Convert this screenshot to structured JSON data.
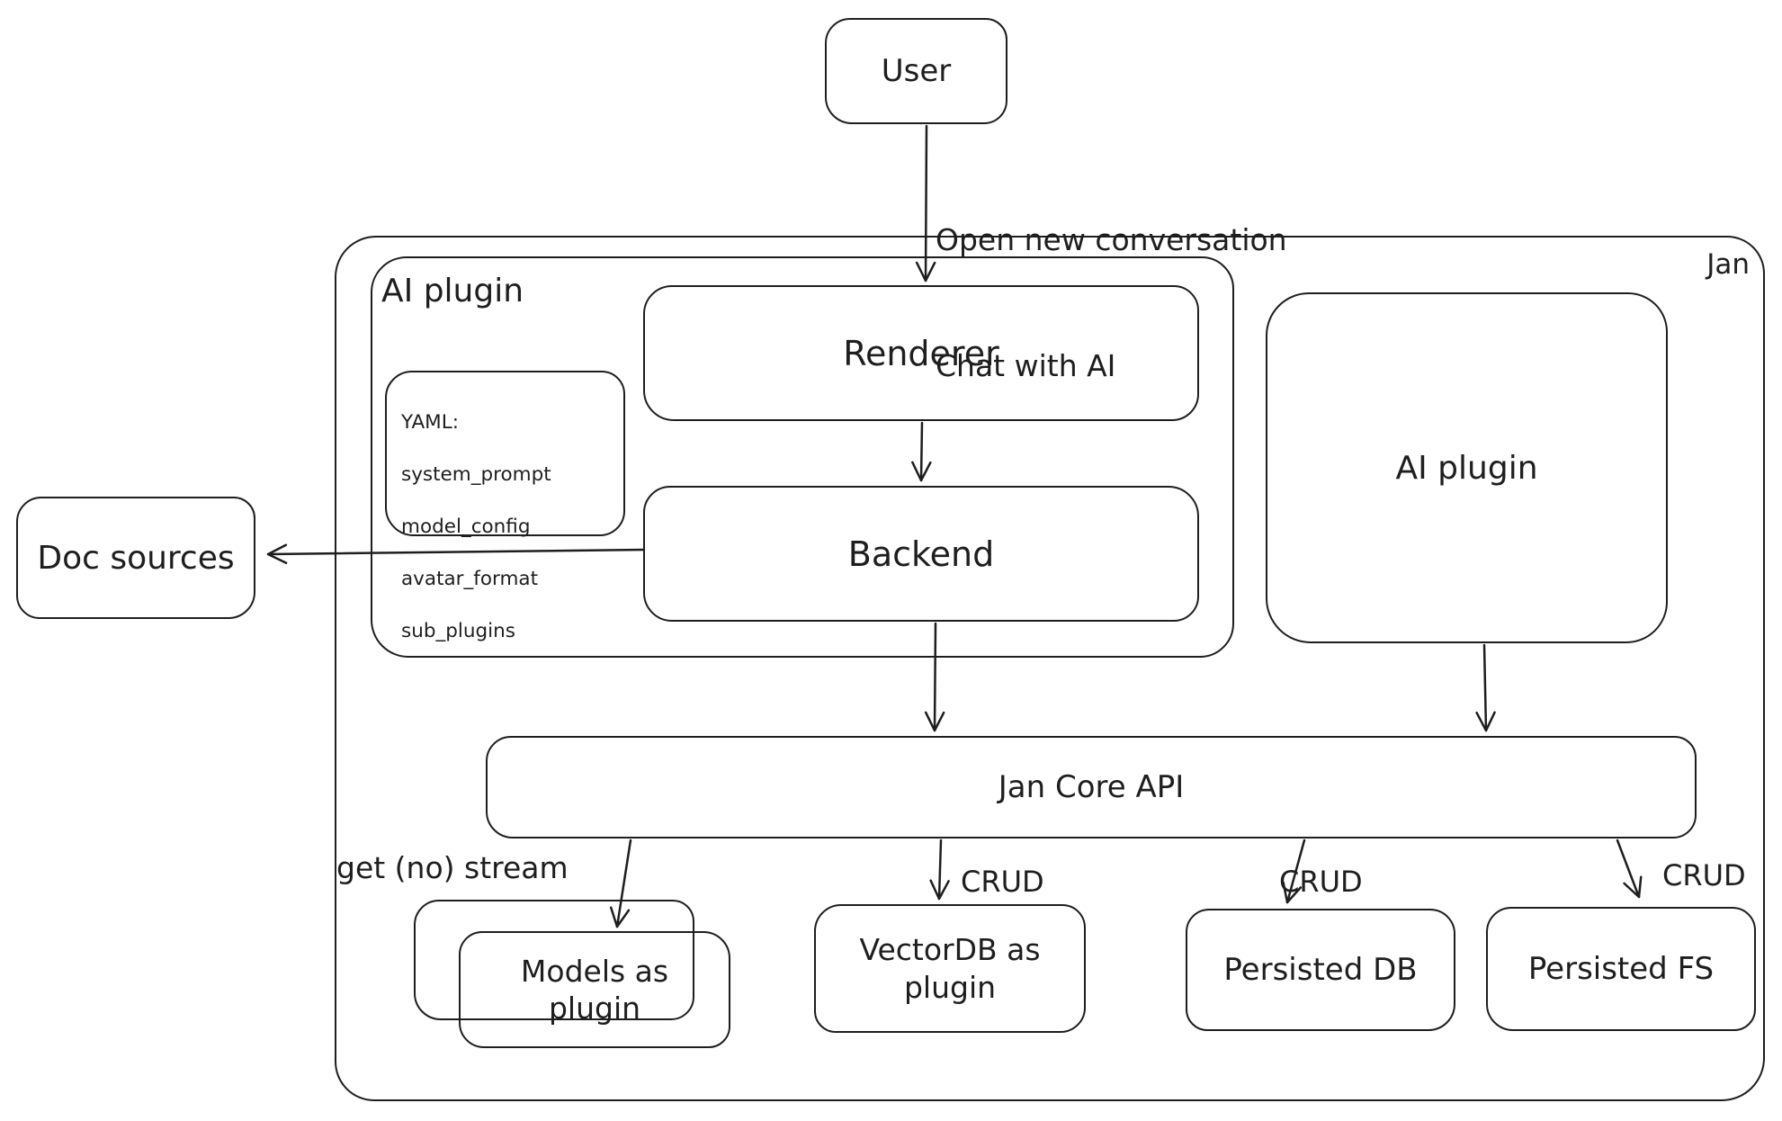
{
  "colors": {
    "stroke": "#1e1e1e",
    "background": "#ffffff"
  },
  "nodes": {
    "user": "User",
    "jan": "Jan",
    "ai_plugin_group": "AI plugin",
    "renderer": "Renderer",
    "backend": "Backend",
    "ai_plugin": "AI plugin",
    "doc_sources": "Doc sources",
    "jan_core_api": "Jan Core API",
    "models_plugin": "Models as plugin",
    "vectordb_plugin": "VectorDB as plugin",
    "persisted_db": "Persisted DB",
    "persisted_fs": "Persisted FS"
  },
  "yaml_note": {
    "title": "YAML:",
    "lines": [
      "system_prompt",
      "model_config",
      "avatar_format",
      "sub_plugins"
    ]
  },
  "edge_labels": {
    "user_action_line1": "Open new conversation",
    "user_action_line2": "Chat with AI",
    "models_edge": "get (no) stream",
    "vectordb_edge": "CRUD",
    "persisted_db_edge": "CRUD",
    "persisted_fs_edge": "CRUD"
  }
}
